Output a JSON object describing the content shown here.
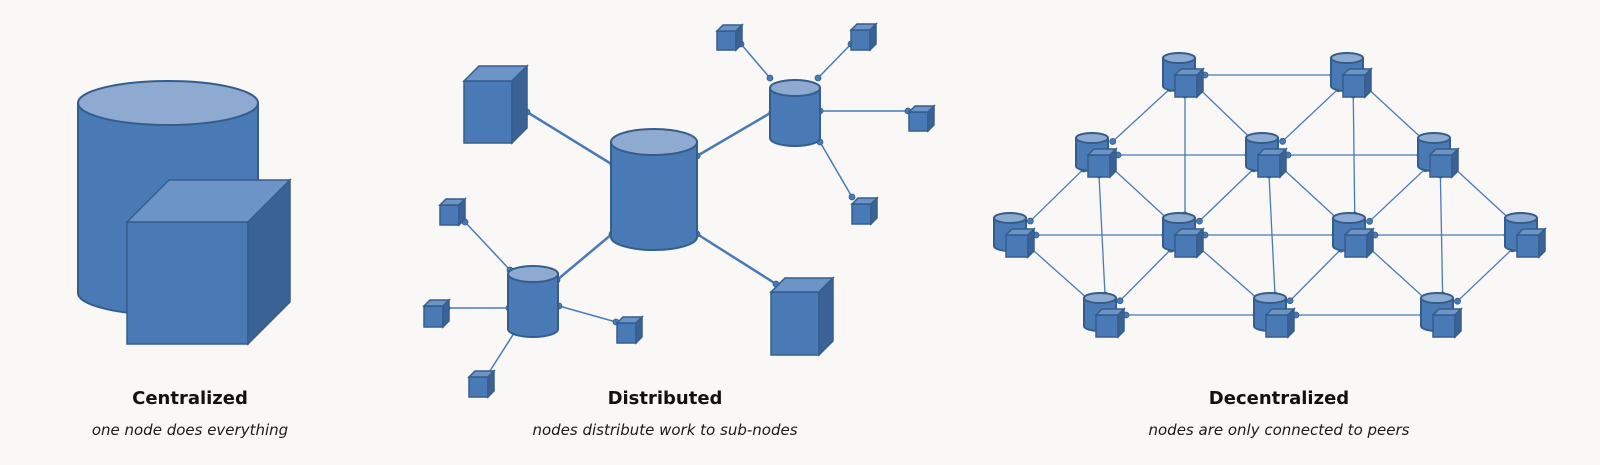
{
  "colors": {
    "fill": "#4a7ab5",
    "top": "#8eaad0",
    "side": "#3b6296",
    "stroke": "#345d8c",
    "line": "#4a7ab5",
    "background": "#f9f8f6"
  },
  "panels": {
    "centralized": {
      "title": "Centralized",
      "subtitle": "one node does everything"
    },
    "distributed": {
      "title": "Distributed",
      "subtitle": "nodes distribute work to sub-nodes"
    },
    "decentralized": {
      "title": "Decentralized",
      "subtitle": "nodes are only connected to peers"
    }
  }
}
